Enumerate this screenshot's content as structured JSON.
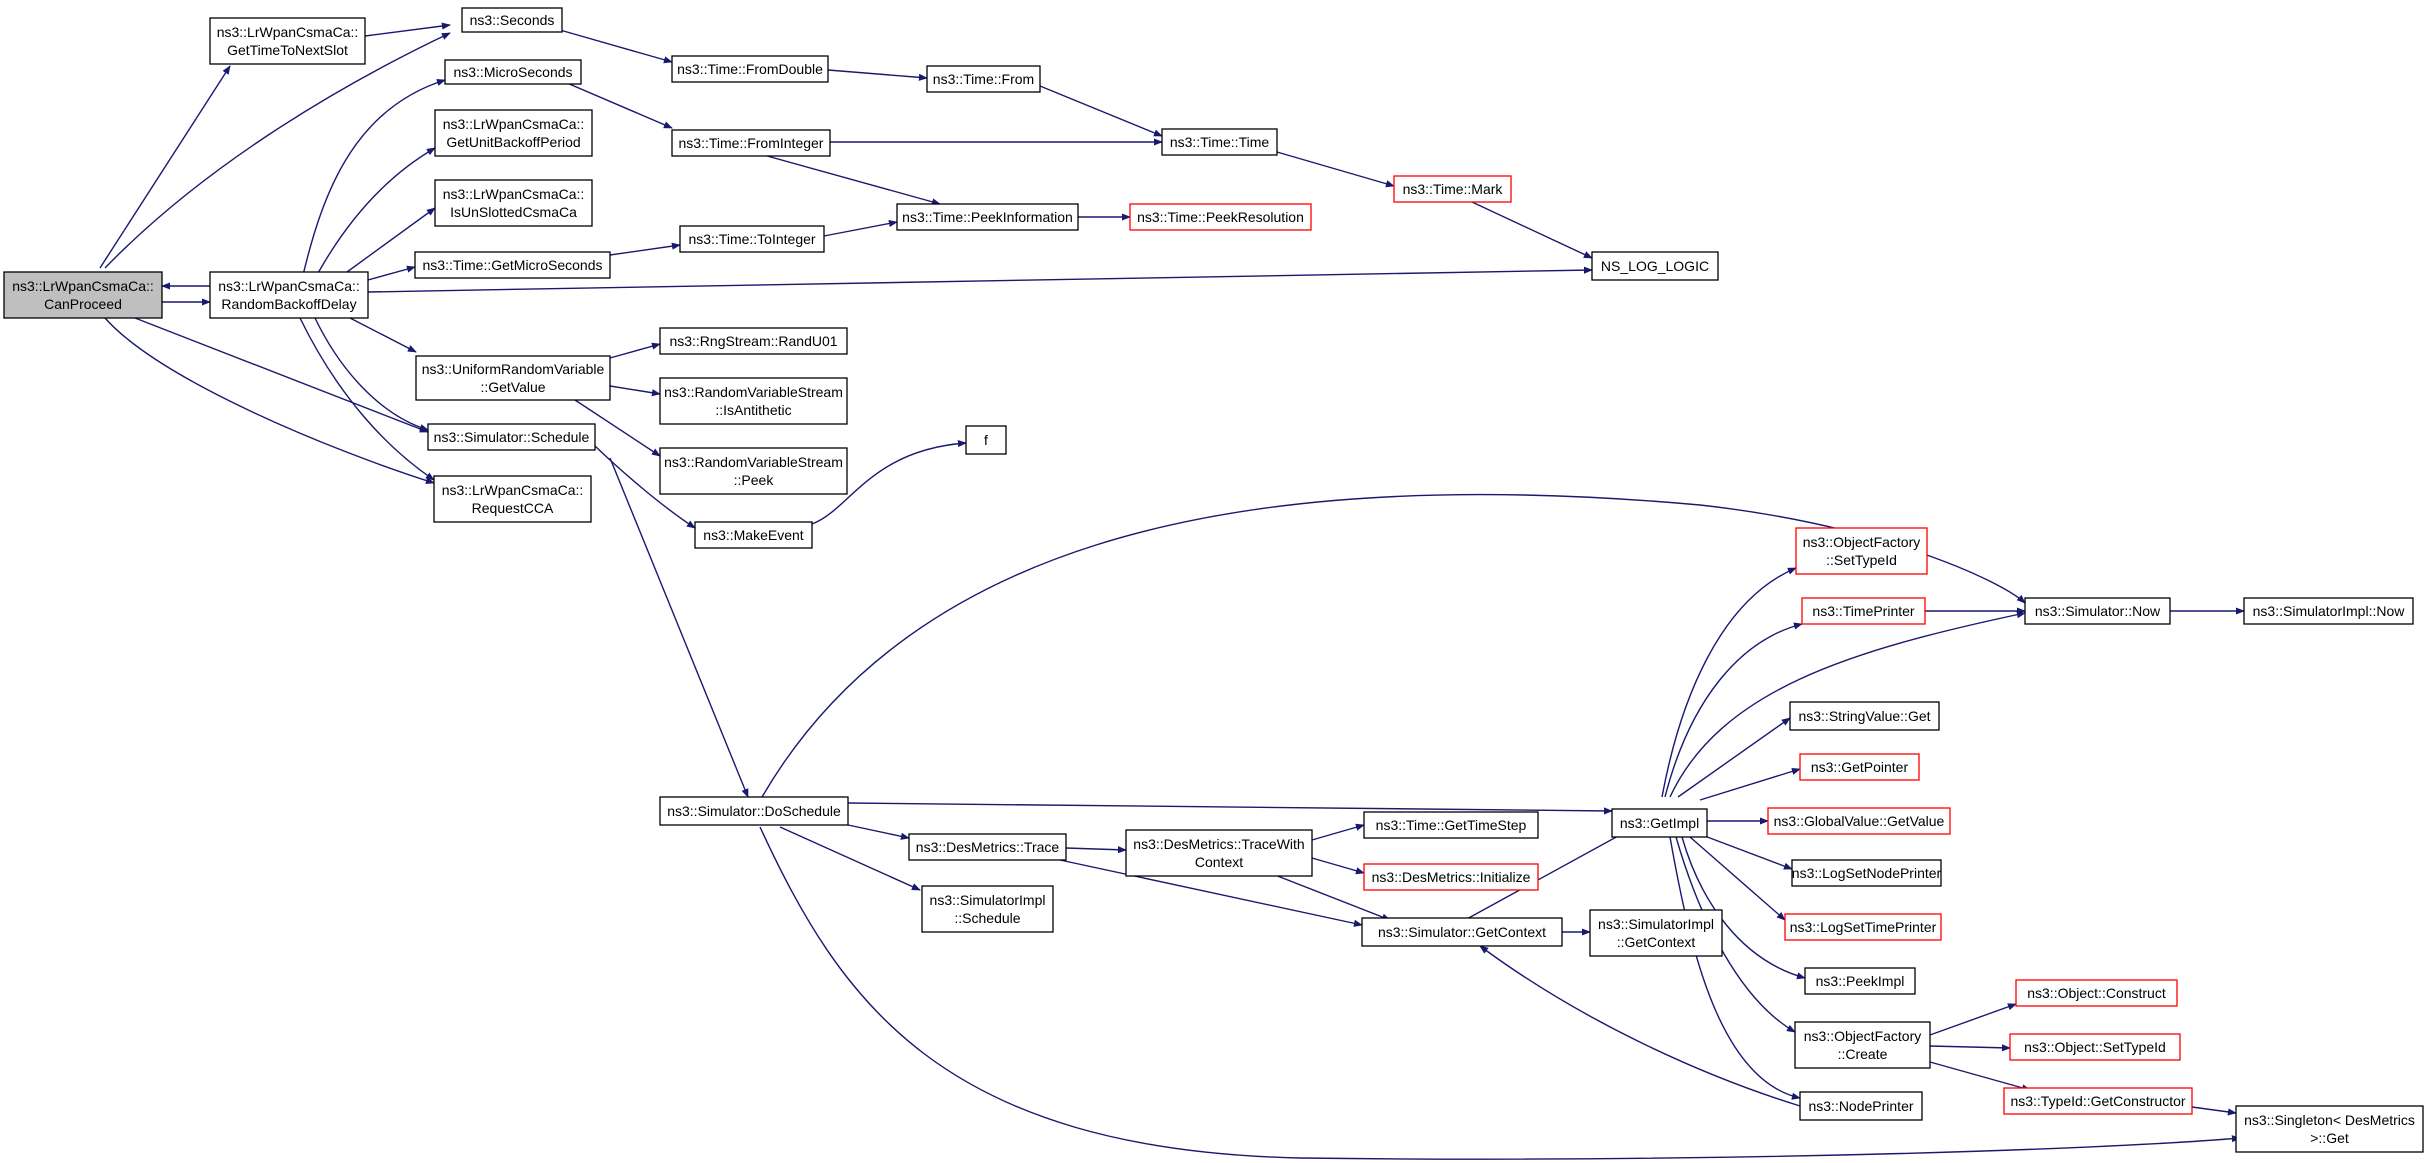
{
  "colors": {
    "edge": "#191970",
    "node_border": "#000000",
    "truncated_border": "#ff0000",
    "root_fill": "#bfbfbf"
  },
  "nodes": {
    "canproceed": [
      "ns3::LrWpanCsmaCa::",
      "CanProceed"
    ],
    "gettimetonextslot": [
      "ns3::LrWpanCsmaCa::",
      "GetTimeToNextSlot"
    ],
    "seconds": [
      "ns3::Seconds"
    ],
    "randombackoffdelay": [
      "ns3::LrWpanCsmaCa::",
      "RandomBackoffDelay"
    ],
    "microseconds": [
      "ns3::MicroSeconds"
    ],
    "getunitbackoffperiod": [
      "ns3::LrWpanCsmaCa::",
      "GetUnitBackoffPeriod"
    ],
    "isunslottedcsmaca": [
      "ns3::LrWpanCsmaCa::",
      "IsUnSlottedCsmaCa"
    ],
    "getmicroseconds": [
      "ns3::Time::GetMicroSeconds"
    ],
    "urv_getvalue": [
      "ns3::UniformRandomVariable",
      "::GetValue"
    ],
    "schedule": [
      "ns3::Simulator::Schedule"
    ],
    "requestcca": [
      "ns3::LrWpanCsmaCa::",
      "RequestCCA"
    ],
    "fromdouble": [
      "ns3::Time::FromDouble"
    ],
    "frominteger": [
      "ns3::Time::FromInteger"
    ],
    "tointeger": [
      "ns3::Time::ToInteger"
    ],
    "randu01": [
      "ns3::RngStream::RandU01"
    ],
    "isantithetic": [
      "ns3::RandomVariableStream",
      "::IsAntithetic"
    ],
    "peek": [
      "ns3::RandomVariableStream",
      "::Peek"
    ],
    "makeevent": [
      "ns3::MakeEvent"
    ],
    "timefrom": [
      "ns3::Time::From"
    ],
    "timetime": [
      "ns3::Time::Time"
    ],
    "peekinformation": [
      "ns3::Time::PeekInformation"
    ],
    "peekresolution": [
      "ns3::Time::PeekResolution"
    ],
    "mark": [
      "ns3::Time::Mark"
    ],
    "nslog": [
      "NS_LOG_LOGIC"
    ],
    "f": [
      "f"
    ],
    "doschedule": [
      "ns3::Simulator::DoSchedule"
    ],
    "desmetrics_trace": [
      "ns3::DesMetrics::Trace"
    ],
    "simimpl_schedule": [
      "ns3::SimulatorImpl",
      "::Schedule"
    ],
    "tracewithcontext": [
      "ns3::DesMetrics::TraceWith",
      "Context"
    ],
    "gettimestep": [
      "ns3::Time::GetTimeStep"
    ],
    "desmetrics_init": [
      "ns3::DesMetrics::Initialize"
    ],
    "getcontext": [
      "ns3::Simulator::GetContext"
    ],
    "simimpl_getcontext": [
      "ns3::SimulatorImpl",
      "::GetContext"
    ],
    "getimpl": [
      "ns3::GetImpl"
    ],
    "settypeid": [
      "ns3::ObjectFactory",
      "::SetTypeId"
    ],
    "timeprinter": [
      "ns3::TimePrinter"
    ],
    "simnow": [
      "ns3::Simulator::Now"
    ],
    "simimplnow": [
      "ns3::SimulatorImpl::Now"
    ],
    "stringvalue": [
      "ns3::StringValue::Get"
    ],
    "getpointer": [
      "ns3::GetPointer"
    ],
    "globalvalue": [
      "ns3::GlobalValue::GetValue"
    ],
    "lognodeprinter": [
      "ns3::LogSetNodePrinter"
    ],
    "logtimeprinter": [
      "ns3::LogSetTimePrinter"
    ],
    "peekimpl": [
      "ns3::PeekImpl"
    ],
    "ofcreate": [
      "ns3::ObjectFactory",
      "::Create"
    ],
    "nodeprinter": [
      "ns3::NodePrinter"
    ],
    "objconstruct": [
      "ns3::Object::Construct"
    ],
    "objsettypeid": [
      "ns3::Object::SetTypeId"
    ],
    "getconstructor": [
      "ns3::TypeId::GetConstructor"
    ],
    "singleton": [
      "ns3::Singleton< DesMetrics",
      ">::Get"
    ]
  }
}
